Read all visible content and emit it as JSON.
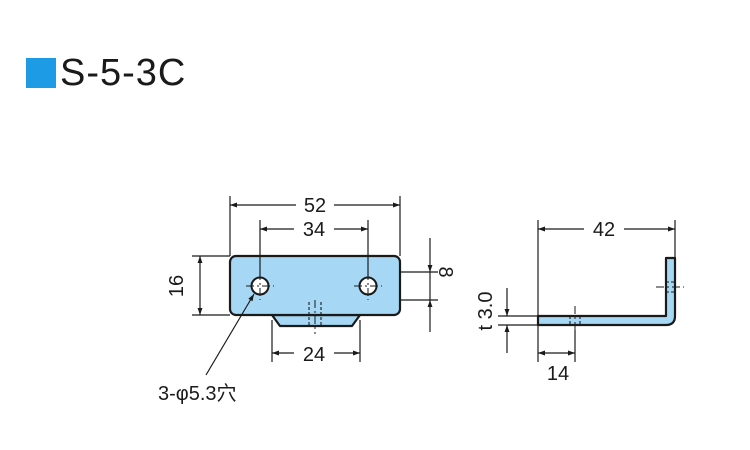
{
  "title": "S-5-3C",
  "colors": {
    "title_square": "#1d9be4",
    "part_fill": "#a6d8f5",
    "line": "#1a1a1a"
  },
  "front_view": {
    "overall_width": "52",
    "hole_pitch": "34",
    "height": "16",
    "hole_band": "8",
    "tab_width": "24",
    "hole_callout": "3-φ5.3穴"
  },
  "side_view": {
    "length": "42",
    "thickness": "t 3.0",
    "offset": "14"
  }
}
